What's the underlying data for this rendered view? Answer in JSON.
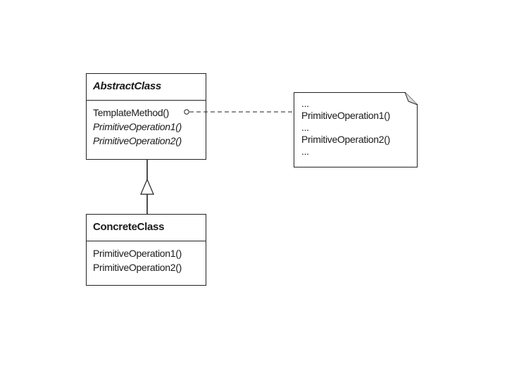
{
  "abstract_class": {
    "name": "AbstractClass",
    "operations": [
      {
        "label": "TemplateMethod()",
        "abstract": false
      },
      {
        "label": "PrimitiveOperation1()",
        "abstract": true
      },
      {
        "label": "PrimitiveOperation2()",
        "abstract": true
      }
    ]
  },
  "concrete_class": {
    "name": "ConcreteClass",
    "operations": [
      {
        "label": "PrimitiveOperation1()",
        "abstract": false
      },
      {
        "label": "PrimitiveOperation2()",
        "abstract": false
      }
    ]
  },
  "note": {
    "lines": [
      "...",
      "PrimitiveOperation1()",
      "...",
      "PrimitiveOperation2()",
      "..."
    ]
  },
  "colors": {
    "line": "#222222",
    "background": "#ffffff"
  }
}
